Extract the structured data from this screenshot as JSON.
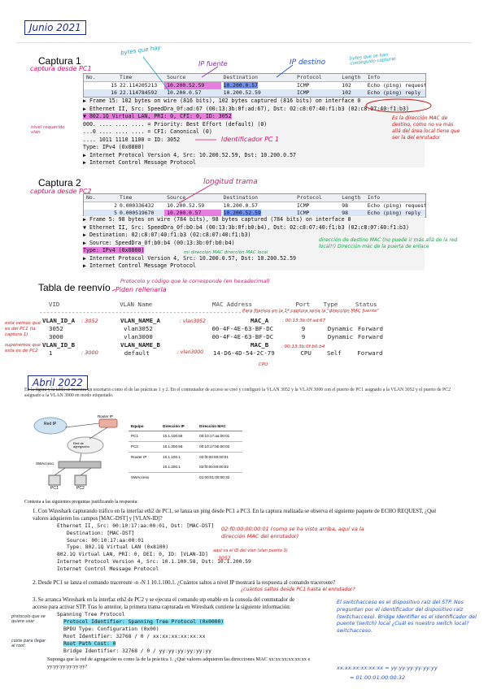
{
  "header": {
    "date_top": "Junio 2021",
    "date_bottom": "Abril 2022"
  },
  "capture1": {
    "title": "Captura 1",
    "subtitle": "captura desde PC1",
    "ann_bytes": "bytes que hay",
    "ann_ipfuente": "IP fuente",
    "ann_ipdestino": "IP destino",
    "ann_bytes_cap": "bytes que se han conseguido capturar",
    "columns": [
      "No.",
      "Time",
      "Source",
      "Destination",
      "Protocol",
      "Length",
      "Info"
    ],
    "rows": [
      [
        "15",
        "22.114205213",
        "10.200.52.59",
        "10.200.0.57",
        "ICMP",
        "102",
        "Echo (ping) request"
      ],
      [
        "16",
        "22.114784592",
        "10.200.0.57",
        "10.200.52.59",
        "ICMP",
        "102",
        "Echo (ping) reply"
      ]
    ],
    "details": [
      "▶ Frame 15: 102 bytes on wire (816 bits), 102 bytes captured (816 bits) on interface 0",
      "▶ Ethernet II, Src: SpeedDra_0f:ad:67 (00:13:3b:0f:ad:67), Dst: 02:c8:07:40:f1:b3 (02:c8:07:40:f1:b3)",
      "▼ 802.1Q Virtual LAN, PRI: 0, CFI: 0, ID: 3052",
      "    000. .... .... .... = Priority: Best Effort (default) (0)",
      "    ...0 .... .... .... = CFI: Canonical (0)",
      "    .... 1011 1110 1100 = ID: 3052",
      "    Type: IPv4 (0x0800)",
      "▶ Internet Protocol Version 4, Src: 10.200.52.59, Dst: 10.200.0.57",
      "▶ Internet Control Message Protocol"
    ],
    "ann_mac_dst": "Es la dirección MAC de destino, como no va más allá del área local tiene que ser la del enrutador",
    "ann_vlan_id": "Identificador PC 1",
    "ann_nivel": "nivel requerido vlan"
  },
  "capture2": {
    "title": "Captura 2",
    "subtitle": "captura desde PC2",
    "ann_longitud": "longitud trama",
    "rows": [
      [
        "2",
        "0.000336432",
        "10.200.52.59",
        "10.200.0.57",
        "ICMP",
        "98",
        "Echo (ping) request"
      ],
      [
        "5",
        "0.000519670",
        "10.200.0.57",
        "10.200.52.59",
        "ICMP",
        "98",
        "Echo (ping) reply"
      ]
    ],
    "details": [
      "▶ Frame 5: 98 bytes on wire (784 bits), 98 bytes captured (784 bits) on interface 0",
      "▼ Ethernet II, Src: SpeedDra_0f:b0:b4 (00:13:3b:0f:b0:b4), Dst: 02:c8:07:40:f1:b3 (02:c8:07:40:f1:b3)",
      "  ▶ Destination: 02:c8:07:40:f1:b3 (02:c8:07:40:f1:b3)",
      "  ▶ Source: SpeedDra_0f:b0:b4 (00:13:3b:0f:b0:b4)",
      "    Type: IPv4 (0x0800)",
      "▶ Internet Protocol Version 4, Src: 10.200.0.57, Dst: 10.200.52.59",
      "▶ Internet Control Message Protocol"
    ],
    "ann_dest": "dirección de destino MAC (no puede ir más allá de la red local!!) Dirección mac de la puerta de enlace",
    "ann_src": "mi dirección MAC dirección MAC local",
    "ann_proto": "Protocolo y código que le corresponde (en hexadecimal)"
  },
  "fwd": {
    "title": "Tabla de reenvío",
    "title_ann": "Piden rellenarla",
    "columns": [
      "VID",
      "VLAN Name",
      "MAC Address",
      "Port",
      "Type",
      "Status"
    ],
    "rows": [
      [
        "VLAN_ID_A",
        "VLAN_NAME_A",
        "MAC_A",
        "",
        "",
        ""
      ],
      [
        "3052",
        "vlan3052",
        "00-4F-4E-63-BF-DC",
        "9",
        "Dynamic",
        "Forward"
      ],
      [
        "3000",
        "vlan3000",
        "00-4F-4E-63-BF-DC",
        "9",
        "Dynamic",
        "Forward"
      ],
      [
        "VLAN_ID_B",
        "VLAN_NAME_B",
        "MAC_B",
        "",
        "",
        ""
      ],
      [
        "1",
        "default",
        "14-D6-4D-54-2C-79",
        "CPU",
        "Self",
        "Forward"
      ]
    ],
    "ann_vid_a": ": 3052",
    "ann_name_a": ": vlan3052",
    "ann_mac_a": ": 00:13:3b:0f:ad:67",
    "ann_vid_b": ": 3000",
    "ann_name_b": ": vlan3000",
    "ann_mac_b": ": 00:13:3b:0f:b0:b4",
    "ann_fuente": "Para fijarnos en la 1ª captura sería la \"dirección MAC fuente\"",
    "ann_left1": "esta vemos que es del PC1 (la captura 1)",
    "ann_left2": "suponemos que esta es de PC2",
    "ann_cpu": "CPU"
  },
  "doc2": {
    "intro": "En la figura y la tabla se muestra un escenario como el de las prácticas 1 y 2. En el conmutador de acceso se creó y configuró la VLAN 3052 y la VLAN 3000 con el puerto de PC1 asignado a la VLAN 3052 y el puerto de PC2 asignado a la VLAN 3000 en modo etiquetado.",
    "q_header": "Contesta a las siguientes preguntas justificando la respuesta:",
    "q1": "1. Con Wireshark capturando tráfico en la interfaz eth2 de PC1, se lanza un ping desde PC1 a PC3. En la captura realizada se observa el siguiente paquete de ECHO REQUEST, ¿Qué valores adquieren los campos [MAC-DST] y [VLAN-ID]?",
    "q1_lines": [
      "Ethernet II, Src: 00:10:17:aa:00:01, Dst: [MAC-DST]",
      "Destination: [MAC-DST]",
      "Source: 00:10:17:aa:00:01",
      "Type: 802.1Q Virtual LAN (0x8100)",
      "802.1Q Virtual LAN, PRI: 0, DEI: 0, ID: [VLAN-ID]",
      "Internet Protocol Version 4, Src: 10.1.100.58, Dst: 10.1.200.59",
      "Internet Control Message Protocol"
    ],
    "q1_ann1": "02:f0:00:00:00:01 (como se ha visto arriba, aquí va la dirección MAC del enrutador)",
    "q1_ann2": "aquí va el ID del vlan (vlan puerto 1)",
    "q1_ann3": "3052",
    "q2": "2. Desde PC1 se lanza el comando traceroute -n -N 1 10.1.100.1. ¿Cuántos saltos a nivel IP mostrará la respuesta al comando traceroute?",
    "q2_ann": "¿cuántos saltos desde PC1 hasta el enrutador?",
    "q3": "3. Se arranca Wireshark en la interfaz eth2 de PC2 y se ejecuta el comando stp enable en la consola del conmutador de acceso para activar STP. Tras lo anterior, la primera trama capturada en Wireshark contiene la siguiente información:",
    "stp_lines": [
      "Spanning Tree Protocol",
      "Protocol Identifier: Spanning Tree Protocol (0x0000)",
      "BPDU Type: Configuration (0x00)",
      "Root Identifier: 32768 / 0 / xx:xx:xx:xx:xx:xx",
      "Root Path Cost: 0",
      "Bridge Identifier: 32768 / 0 / yy:yy:yy:yy:yy:yy"
    ],
    "q3_end": "Suponga que la red de agregación es como la de la práctica 1. ¿Qué valores adquieren las direcciones MAC xx:xx:xx:xx:xx:xx e yy:yy:yy:yy:yy:yy?",
    "ann_proto_stp": "protocolo que se quiere usar",
    "ann_cost": "coste para llegar al root",
    "ann_right": "El switchacceso es el dispositivo raíz del STP. Nos preguntan por el identificador del dispositivo raíz (switchacceso). Bridge Identifier es el identificador del puente (switch) local ¿Cuál es nuestro switch local? switchacceso.",
    "ann_right_eq1": "xx:xx:xx:xx:xx:xx = yy:yy:yy:yy:yy:yy",
    "ann_right_eq2": "= 01:00:01:00:00:32",
    "table_headers": [
      "Equipo",
      "Dirección IP",
      "Dirección MAC"
    ],
    "table_rows": [
      [
        "PC1",
        "10.1.100.58",
        "00:10:17:aa:00:01"
      ],
      [
        "PC2",
        "10.1.200.59",
        "00:10:17:bb:00:02"
      ],
      [
        "Router IP",
        "10.1.100.1",
        "02:f0:00:00:00:01"
      ],
      [
        "",
        "10.1.200.1",
        "02:f0:00:00:00:02"
      ],
      [
        "SWAcceso",
        "",
        "01:00:01:00:00:32"
      ]
    ],
    "diagram": {
      "router": "Red IP",
      "r2": "Router IP",
      "sw": "SWAcceso",
      "pc1": "PC1",
      "pc2": "PC2",
      "red": "Red de agregación"
    }
  }
}
